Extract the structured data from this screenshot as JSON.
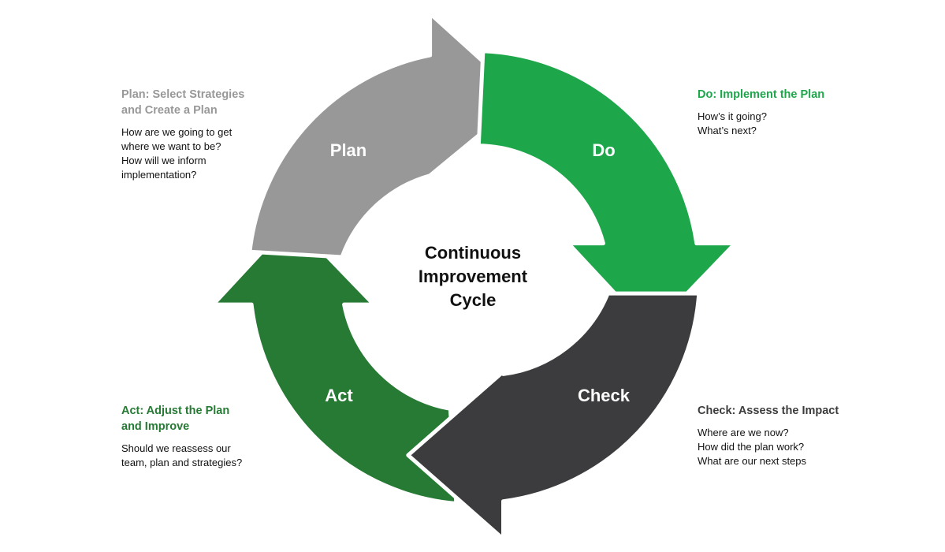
{
  "colors": {
    "plan": "#989898",
    "do": "#1ea64b",
    "check": "#3c3c3e",
    "act": "#267a34"
  },
  "center": {
    "lines": [
      "Continuous",
      "Improvement",
      "Cycle"
    ]
  },
  "arrows": {
    "plan": "Plan",
    "do": "Do",
    "check": "Check",
    "act": "Act"
  },
  "notes": {
    "plan": {
      "title_lines": [
        "Plan: Select Strategies",
        "and Create a Plan"
      ],
      "body_lines": [
        "How are we going to get",
        "where we want to be?",
        "How will we inform",
        "implementation?"
      ]
    },
    "do": {
      "title_lines": [
        "Do: Implement the Plan"
      ],
      "body_lines": [
        "How’s it going?",
        "What’s next?"
      ]
    },
    "check": {
      "title_lines": [
        "Check: Assess the Impact"
      ],
      "body_lines": [
        "Where are we now?",
        "How did the plan work?",
        "What are our next steps"
      ]
    },
    "act": {
      "title_lines": [
        "Act: Adjust the Plan",
        "and Improve"
      ],
      "body_lines": [
        "Should we reassess our",
        "team, plan and strategies?"
      ]
    }
  }
}
